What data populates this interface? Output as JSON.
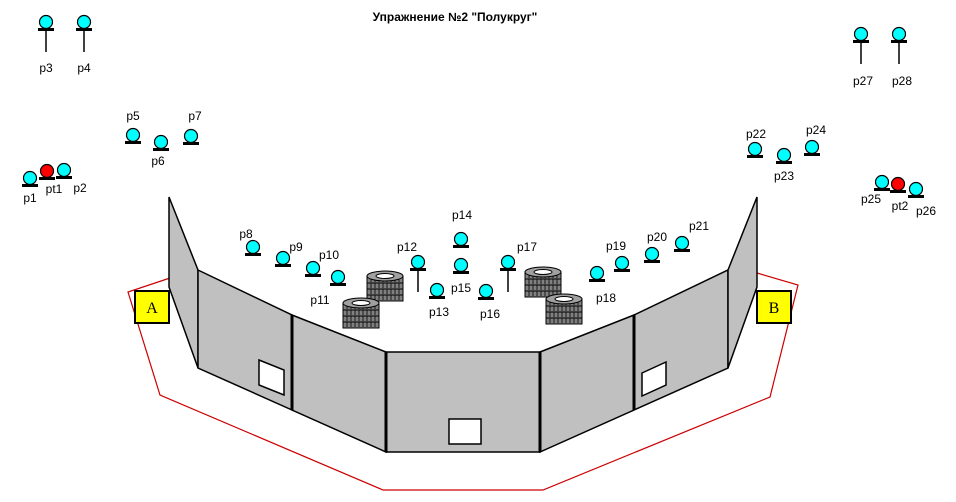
{
  "title": "Упражнение №2 \"Полукруг\"",
  "colors": {
    "target_fill": "#00ffff",
    "shooter_fill": "#ff0000",
    "wall_fill": "#c0c0c0",
    "zone_fill": "#ffff00",
    "boundary": "#cc0000"
  },
  "zones": {
    "a": "A",
    "b": "B"
  },
  "targets": [
    {
      "id": "p1",
      "label": "p1"
    },
    {
      "id": "p2",
      "label": "p2"
    },
    {
      "id": "p3",
      "label": "p3"
    },
    {
      "id": "p4",
      "label": "p4"
    },
    {
      "id": "p5",
      "label": "p5"
    },
    {
      "id": "p6",
      "label": "p6"
    },
    {
      "id": "p7",
      "label": "p7"
    },
    {
      "id": "p8",
      "label": "p8"
    },
    {
      "id": "p9",
      "label": "p9"
    },
    {
      "id": "p10",
      "label": "p10"
    },
    {
      "id": "p11",
      "label": "p11"
    },
    {
      "id": "p12",
      "label": "p12"
    },
    {
      "id": "p13",
      "label": "p13"
    },
    {
      "id": "p14",
      "label": "p14"
    },
    {
      "id": "p15",
      "label": "p15"
    },
    {
      "id": "p16",
      "label": "p16"
    },
    {
      "id": "p17",
      "label": "p17"
    },
    {
      "id": "p18",
      "label": "p18"
    },
    {
      "id": "p19",
      "label": "p19"
    },
    {
      "id": "p20",
      "label": "p20"
    },
    {
      "id": "p21",
      "label": "p21"
    },
    {
      "id": "p22",
      "label": "p22"
    },
    {
      "id": "p23",
      "label": "p23"
    },
    {
      "id": "p24",
      "label": "p24"
    },
    {
      "id": "p25",
      "label": "p25"
    },
    {
      "id": "p26",
      "label": "p26"
    },
    {
      "id": "p27",
      "label": "p27"
    },
    {
      "id": "p28",
      "label": "p28"
    }
  ],
  "shooters": [
    {
      "id": "pt1",
      "label": "pt1"
    },
    {
      "id": "pt2",
      "label": "pt2"
    }
  ]
}
